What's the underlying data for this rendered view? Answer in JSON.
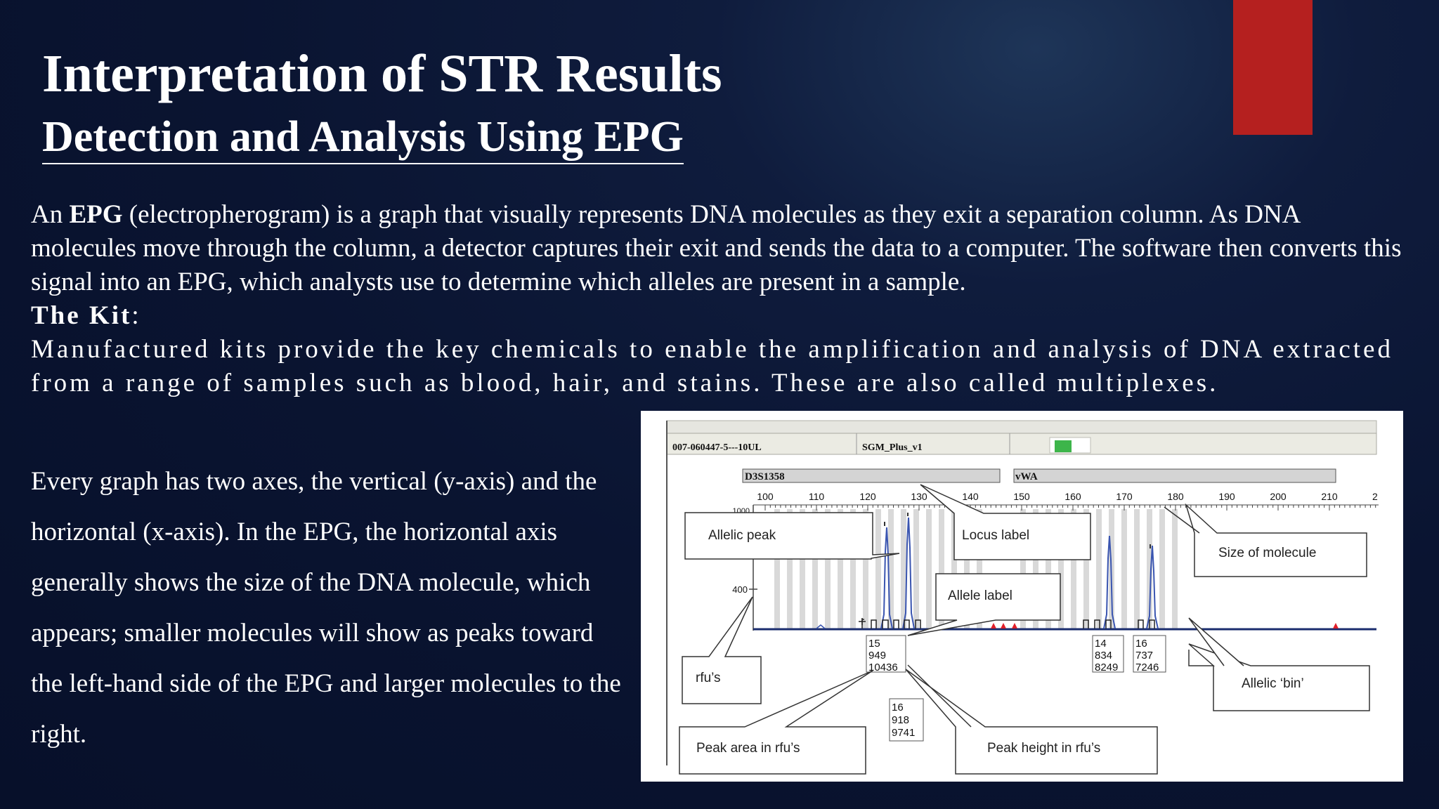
{
  "slide": {
    "title": "Interpretation of STR Results",
    "subtitle": "Detection and Analysis Using EPG",
    "intro": {
      "lead": "An ",
      "bold_term": "EPG",
      "rest": " (electropherogram) is a graph that visually represents DNA molecules as they exit a separation column. As DNA molecules move through the column, a detector captures their exit and sends the data to a computer. The software then converts this signal into an EPG, which analysts use to determine which alleles are present in a sample."
    },
    "kit_heading": "The Kit",
    "kit_colon": ":",
    "kit_text": "Manufactured kits provide the key chemicals to enable the amplification and analysis of DNA extracted from a range of samples such as blood, hair, and stains. These are also called multiplexes.",
    "axes_text": "Every graph has two axes, the vertical (y-axis) and the horizontal (x-axis). In the EPG, the horizontal axis generally shows the size of the DNA molecule, which appears; smaller molecules will show as peaks toward the left-hand side of the EPG and larger molecules to the right.",
    "accent_color": "#b5201f"
  },
  "epg_figure": {
    "sample_id": "007-060447-5---10UL",
    "kit_name": "SGM_Plus_v1",
    "loci": [
      "D3S1358",
      "vWA"
    ],
    "size_ticks": [
      "100",
      "110",
      "120",
      "130",
      "140",
      "150",
      "160",
      "170",
      "180",
      "190",
      "200",
      "210",
      "2"
    ],
    "y_tick": "400",
    "y_tick_partial": "1000",
    "allele_boxes": [
      {
        "allele": "15",
        "area": "949",
        "height": "10436"
      },
      {
        "allele": "16",
        "area": "918",
        "height": "9741"
      },
      {
        "allele": "14",
        "area": "834",
        "height": "8249"
      },
      {
        "allele": "16",
        "area": "737",
        "height": "7246"
      }
    ],
    "callouts": {
      "allelic_peak": "Allelic peak",
      "locus_label": "Locus label",
      "size_of_molecule": "Size of molecule",
      "allele_label": "Allele label",
      "rfus": "rfu’s",
      "allelic_bin": "Allelic ‘bin’",
      "peak_area": "Peak area in rfu’s",
      "peak_height": "Peak height in rfu’s"
    },
    "colors": {
      "trace": "#3a55b0",
      "bin": "#d9d9d9",
      "marker": "#e0202a",
      "status": "#3db54a"
    }
  }
}
